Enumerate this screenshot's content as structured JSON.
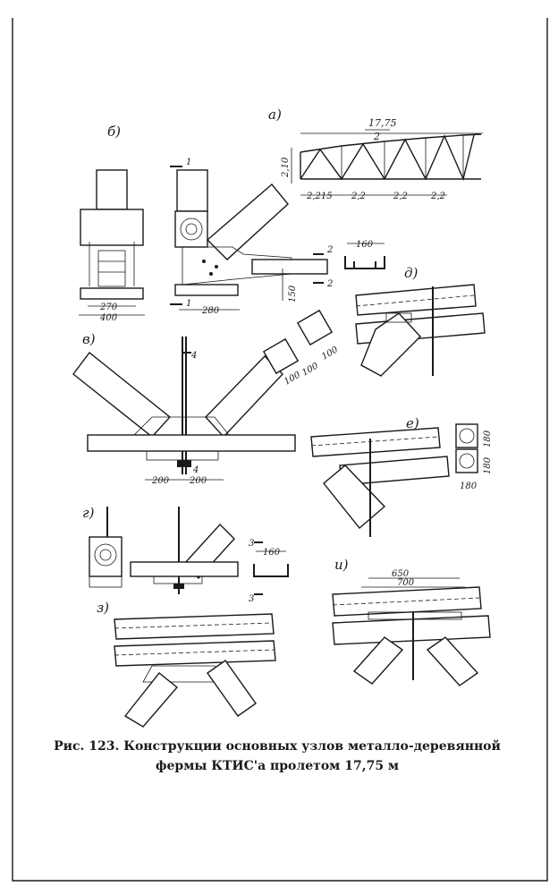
{
  "figure": {
    "caption_line1": "Рис. 123. Конструкции основных узлов металло-деревянной",
    "caption_line2": "фермы КТИС'а пролетом 17,75 м",
    "panel_labels": {
      "a": "а)",
      "b": "б)",
      "v": "в)",
      "g": "г)",
      "d": "д)",
      "e": "е)",
      "z": "з)",
      "i": "и)"
    },
    "dimensions": {
      "span_top": "17,75",
      "span_div": "2",
      "height": "2,10",
      "panel1": "2,215",
      "panel2": "2,2",
      "panel3": "2,2",
      "panel4": "2,2",
      "b_width270": "270",
      "b_width400": "400",
      "b_len280": "280",
      "b_h150": "150",
      "b_ch160": "160",
      "v_100a": "100",
      "v_100b": "100",
      "v_100c": "100",
      "v_200a": "200",
      "v_200b": "200",
      "g_160": "160",
      "e_180a": "180",
      "e_180b": "180",
      "e_180c": "180",
      "i_650": "650",
      "i_700": "700"
    },
    "section_marks": {
      "s1a": "1",
      "s1b": "1",
      "s2a": "2",
      "s2b": "2",
      "s3a": "3",
      "s3b": "3",
      "s4a": "4",
      "s4b": "4"
    }
  }
}
